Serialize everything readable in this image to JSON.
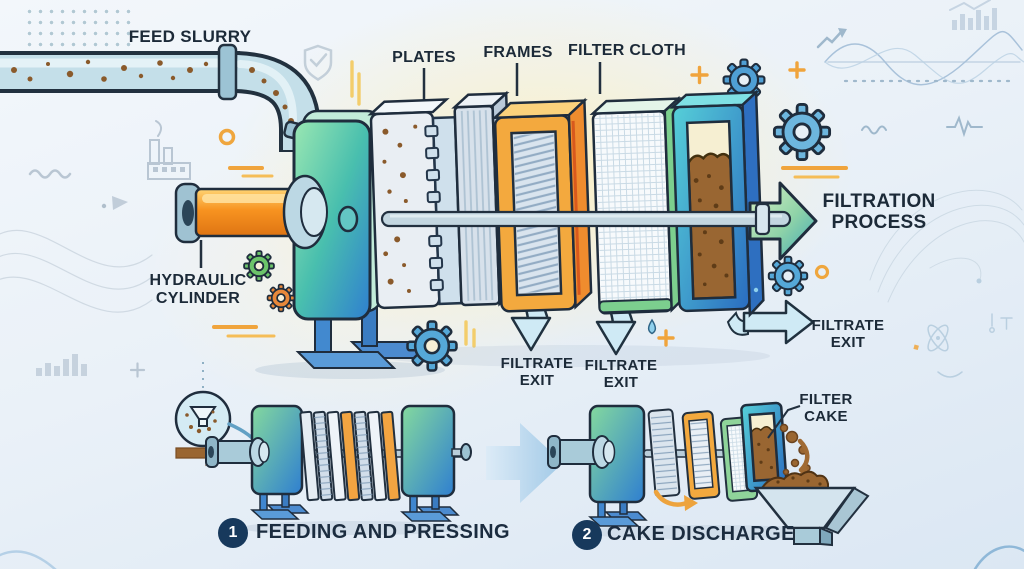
{
  "figure": {
    "type": "process-diagram",
    "subject": "Filter press filtration process"
  },
  "labels": {
    "feed_slurry": "FEED SLURRY",
    "plates": "PLATES",
    "frames": "FRAMES",
    "filter_cloth": "FILTER CLOTH",
    "hydraulic_cylinder": "HYDRAULIC CYLINDER",
    "filtration_process": "FILTRATION PROCESS",
    "filtrate_exit_left": "FILTRATE EXIT",
    "filtrate_exit_middle": "FILTRATE EXIT",
    "filtrate_exit_right": "FILTRATE EXIT",
    "filter_cake": "FILTER CAKE"
  },
  "steps": [
    {
      "number": "1",
      "label": "FEEDING AND PRESSING"
    },
    {
      "number": "2",
      "label": "CAKE DISCHARGE"
    }
  ],
  "icons": {
    "gear-icon": "⚙",
    "shield-check-icon": "🛡✓",
    "factory-icon": "🏭",
    "atom-icon": "⚛",
    "funnel-icon": "▽",
    "droplet-icon": "💧"
  },
  "colors": {
    "plate_green": "#8fe3ab",
    "plate_blue": "#2f7fd0",
    "piston_orange": "#f79320",
    "frame_orange": "#f3a93e",
    "cloth_green": "#7ccf8e",
    "cake_brown": "#996632",
    "arrow_green_teal": "#3fa8b8",
    "filtrate_blue": "#cfeaf5",
    "badge_navy": "#17395c",
    "text_dark": "#1c2a38"
  }
}
